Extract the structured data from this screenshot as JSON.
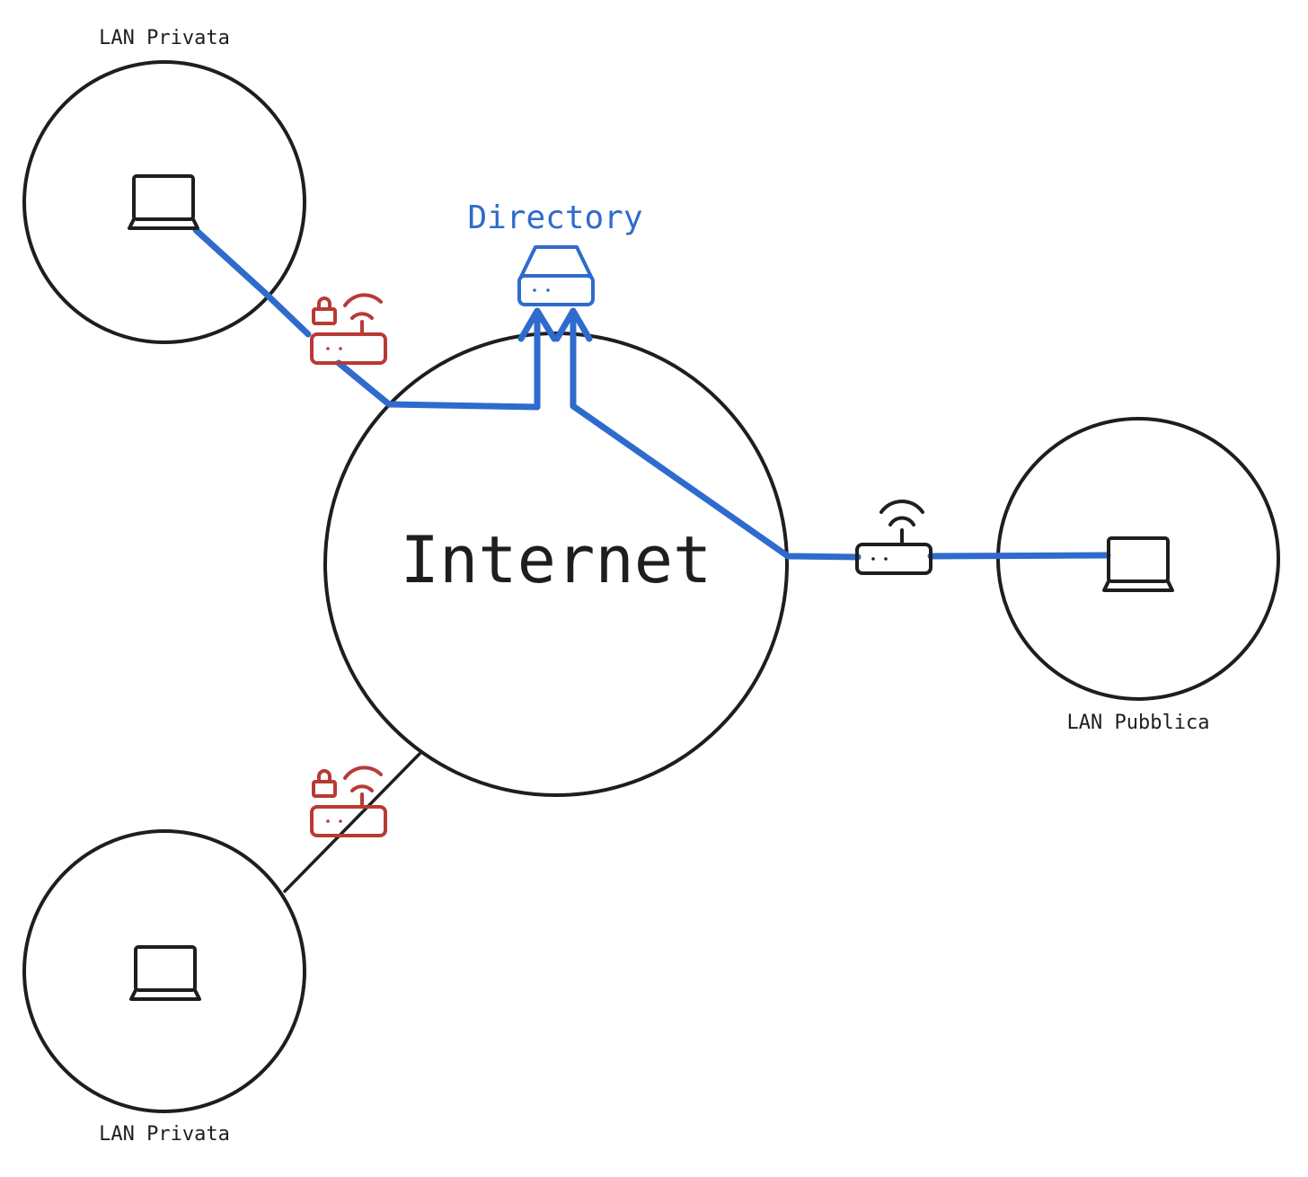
{
  "labels": {
    "lan_top_left": "LAN Privata",
    "lan_bottom_left": "LAN Privata",
    "lan_right": "LAN Pubblica",
    "internet": "Internet",
    "directory": "Directory"
  },
  "icons": {
    "laptop": "laptop-icon",
    "secure_router": "locked-router-icon",
    "router": "router-icon",
    "server": "server-icon"
  },
  "colors": {
    "ink": "#1e1e1e",
    "blue": "#2f6bcc",
    "red": "#b83a35"
  }
}
